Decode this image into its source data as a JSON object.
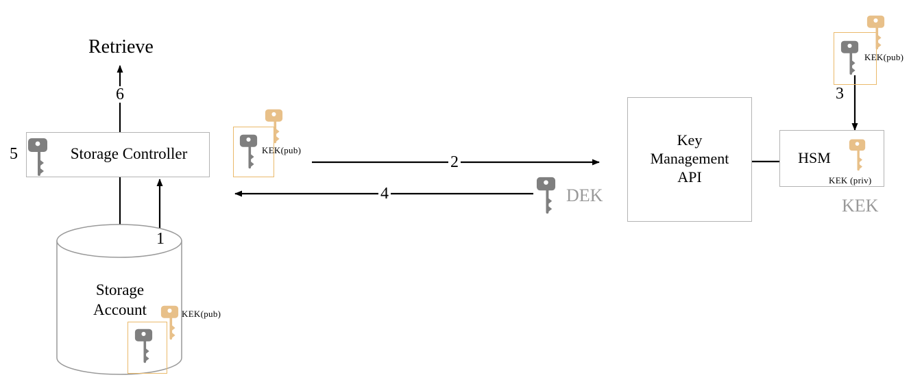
{
  "diagram": {
    "title_text": "Retrieve",
    "nodes": {
      "storage_controller": {
        "label": "Storage Controller"
      },
      "storage_account": {
        "label_line1": "Storage",
        "label_line2": "Account"
      },
      "key_management_api": {
        "label_line1": "Key",
        "label_line2": "Management",
        "label_line3": "API"
      },
      "hsm": {
        "label": "HSM",
        "inner_key_label": "KEK (priv)",
        "caption": "KEK"
      }
    },
    "steps": {
      "step1": "1",
      "step2": "2",
      "step3": "3",
      "step4": "4",
      "step5": "5",
      "step6": "6"
    },
    "key_labels": {
      "kek_pub_left": "KEK(pub)",
      "kek_pub_storage": "KEK(pub)",
      "kek_pub_top_right": "KEK(pub)",
      "dek": "DEK"
    },
    "icons": {
      "gray_key": "key-icon-gray",
      "orange_key": "key-icon-orange"
    },
    "colors": {
      "key_gray": "#7f7f7f",
      "key_orange": "#e8c089",
      "box_border": "#eab96a",
      "node_border": "#b3b3b3",
      "line": "#000000",
      "caption_gray": "#999999"
    }
  }
}
